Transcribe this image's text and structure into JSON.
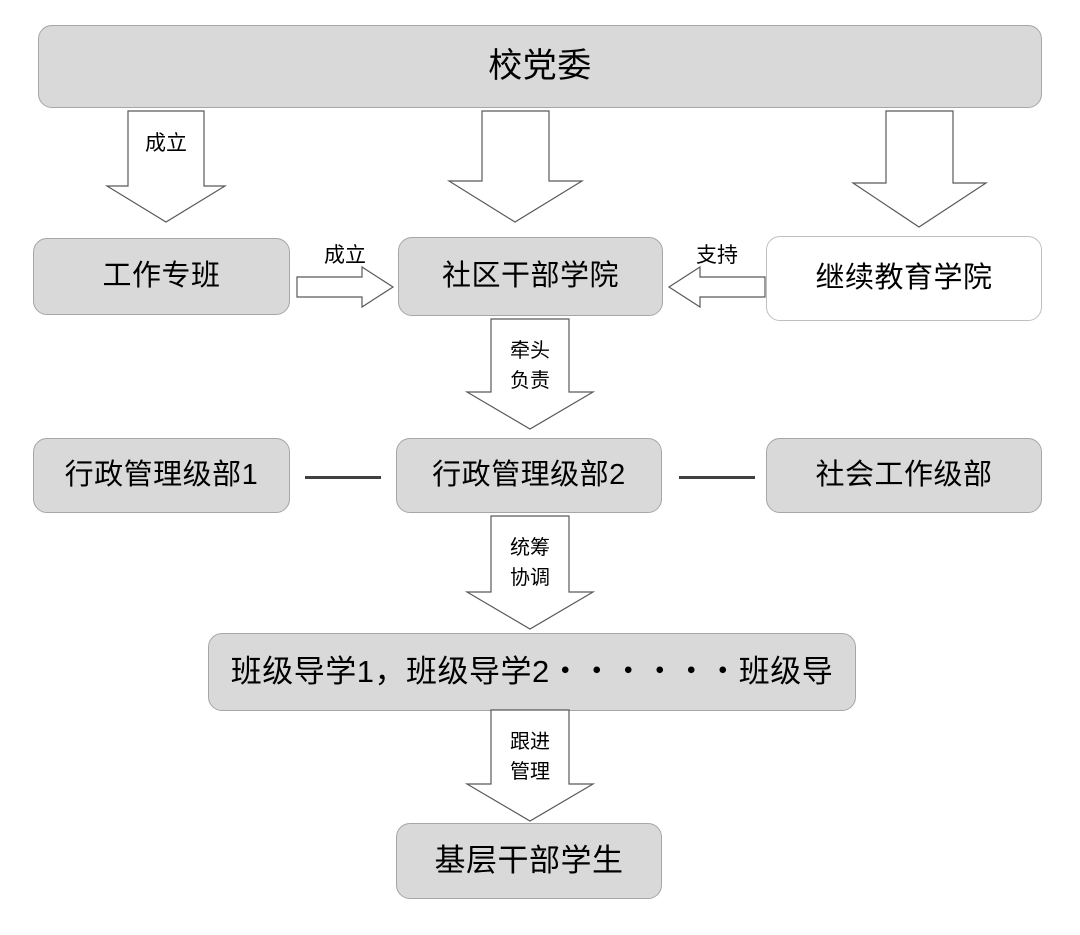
{
  "diagram": {
    "title_box": {
      "label": "校党委"
    },
    "nodes": [
      {
        "id": "school-party-committee",
        "label": "校党委"
      },
      {
        "id": "work-team",
        "label": "工作专班"
      },
      {
        "id": "community-cadre-college",
        "label": "社区干部学院"
      },
      {
        "id": "continuing-education",
        "label": "继续教育学院"
      },
      {
        "id": "admin-dept-1",
        "label": "行政管理级部1"
      },
      {
        "id": "admin-dept-2",
        "label": "行政管理级部2"
      },
      {
        "id": "social-work-dept",
        "label": "社会工作级部"
      },
      {
        "id": "class-guidance",
        "label": "班级导学1，班级导学2・・・・・・班级导"
      },
      {
        "id": "grassroots-students",
        "label": "基层干部学生"
      }
    ],
    "arrow_labels": {
      "establish_team": "成立",
      "establish_college": "成立",
      "support": "支持",
      "lead_line1": "牵头",
      "lead_line2": "负责",
      "coordinate_line1": "统筹",
      "coordinate_line2": "协调",
      "followup_line1": "跟进",
      "followup_line2": "管理"
    },
    "colors": {
      "node_fill": "#d9d9d9",
      "node_border": "#a6a6a6",
      "white_node_fill": "#ffffff",
      "arrow_stroke": "#595959",
      "connector": "#404040",
      "text": "#000000",
      "background": "#ffffff"
    }
  }
}
